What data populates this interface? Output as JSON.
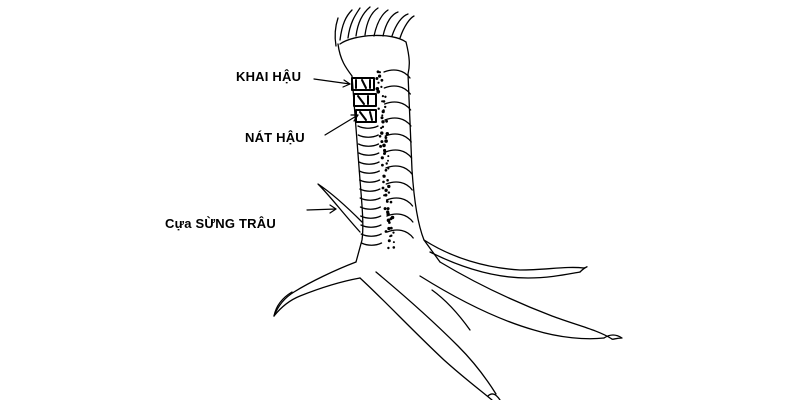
{
  "labels": {
    "khai_hau": "KHAI HẬU",
    "nat_hau": "NÁT HẬU",
    "cua_sung_trau": "Cựa SỪNG TRÂU"
  },
  "colors": {
    "ink": "#000000",
    "paper": "#ffffff"
  }
}
